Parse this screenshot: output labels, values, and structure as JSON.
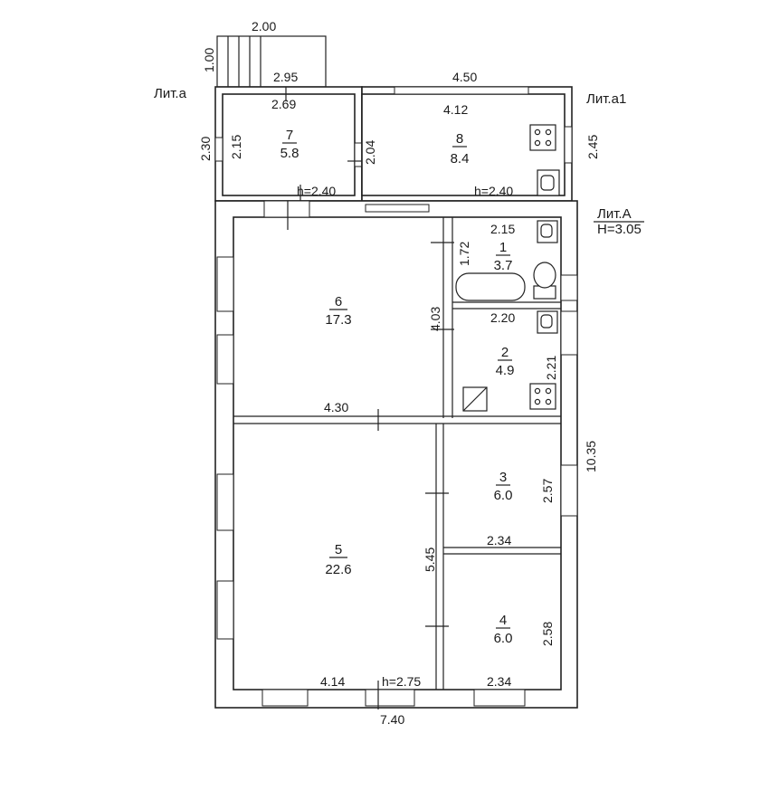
{
  "building": {
    "lit_a_label": "Лит.а",
    "lit_a1_label": "Лит.а1",
    "lit_A_label": "Лит.А",
    "lit_A_height": "H=3.05"
  },
  "porch": {
    "width": "2.00",
    "depth": "1.00"
  },
  "dims": {
    "a_outer_top": "2.95",
    "a_inner_top": "2.69",
    "a_outer_left": "2.30",
    "a_inner_left": "2.15",
    "a_inner_right": "2.04",
    "a_height": "h=2.40",
    "a1_outer_top": "4.50",
    "a1_inner_top": "4.12",
    "a1_outer_right": "2.45",
    "a1_height": "h=2.40",
    "r1_width": "2.15",
    "r1_depth": "1.72",
    "r2_width": "2.20",
    "r2_depth": "2.21",
    "r6_depth": "4.03",
    "r6_width": "4.30",
    "main_outer_right": "10.35",
    "r3_depth": "2.57",
    "r3_width": "2.34",
    "r5_depth": "5.45",
    "r4_depth": "2.58",
    "r5_width": "4.14",
    "main_height": "h=2.75",
    "r4_width": "2.34",
    "main_outer_bottom": "7.40"
  },
  "rooms": [
    {
      "num": "7",
      "area": "5.8"
    },
    {
      "num": "8",
      "area": "8.4"
    },
    {
      "num": "1",
      "area": "3.7"
    },
    {
      "num": "6",
      "area": "17.3"
    },
    {
      "num": "2",
      "area": "4.9"
    },
    {
      "num": "3",
      "area": "6.0"
    },
    {
      "num": "5",
      "area": "22.6"
    },
    {
      "num": "4",
      "area": "6.0"
    }
  ]
}
